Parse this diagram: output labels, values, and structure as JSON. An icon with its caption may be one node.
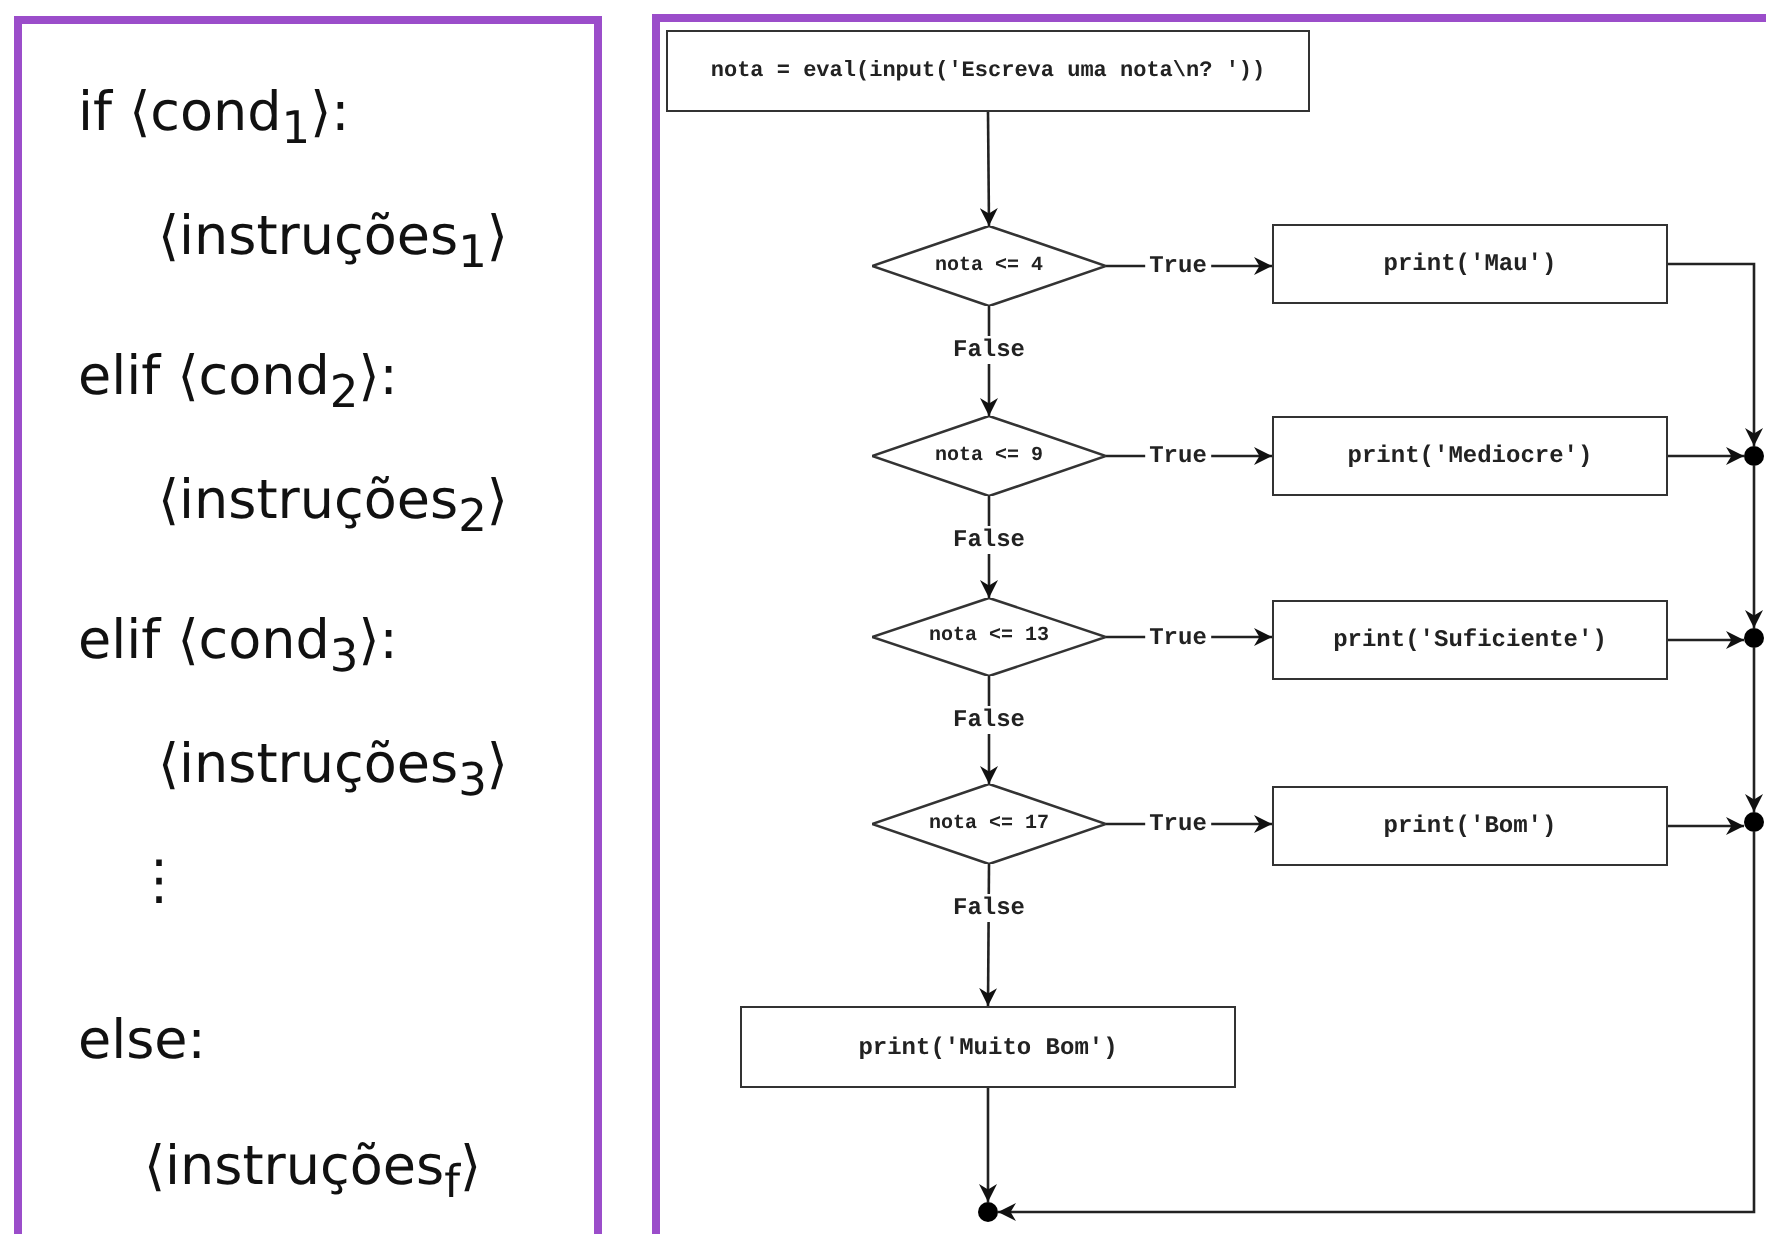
{
  "diagram": {
    "nodes": [
      {
        "text": [
          "if ⟨cond$_{1}$⟩:",
          "⟨instruções$_{1}$⟩",
          "elif ⟨cond$_{2}$⟩:",
          "⟨instruções$_{2}$⟩",
          "elif ⟨cond$_{3}$⟩:",
          "⟨instruções$_{3}$⟩",
          "⋮",
          "else:",
          "⟨instruções$_{f}$⟩"
        ]
      },
      {
        "text": [],
        "shape": "box"
      },
      {
        "text": [
          "nota = eval(input('Escreva uma nota\\n? '))"
        ],
        "in": 1
      },
      {
        "text": [
          "nota <= 4"
        ],
        "in": 1
      },
      {
        "text": [
          "print('Mau')"
        ],
        "in": 1
      },
      {
        "text": [
          "nota <= 9"
        ],
        "in": 1
      },
      {
        "text": [
          "print('Mediocre')"
        ],
        "in": 1
      },
      {
        "text": [
          "nota <= 13"
        ],
        "in": 1
      },
      {
        "text": [
          "print('Suficiente')"
        ],
        "in": 1
      },
      {
        "text": [
          "nota <= 17"
        ],
        "in": 1
      },
      {
        "text": [
          "print('Bom')"
        ],
        "in": 1
      },
      {
        "text": [
          "print('Muito Bom')"
        ],
        "in": 1
      },
      {
        "text": [],
        "shape": "circle",
        "in": 1
      },
      {
        "text": [],
        "shape": "circle",
        "in": 1
      },
      {
        "text": [],
        "shape": "circle",
        "in": 1
      },
      {
        "text": [],
        "shape": "circle",
        "in": 1
      }
    ],
    "edges": [
      {
        "from": 2,
        "to": 3,
        "arrow": "to"
      },
      {
        "from": 3,
        "to": 4,
        "arrow": "to",
        "label": "True"
      },
      {
        "from": 3,
        "to": 5,
        "arrow": "to",
        "label": "False"
      },
      {
        "from": 4,
        "to": 12,
        "arrow": "to"
      },
      {
        "from": 5,
        "to": 6,
        "arrow": "to",
        "label": "True"
      },
      {
        "from": 5,
        "to": 7,
        "arrow": "to",
        "label": "False"
      },
      {
        "from": 6,
        "to": 12,
        "arrow": "to"
      },
      {
        "from": 12,
        "to": 13,
        "arrow": "to"
      },
      {
        "from": 7,
        "to": 8,
        "arrow": "to",
        "label": "True"
      },
      {
        "from": 7,
        "to": 9,
        "arrow": "to",
        "label": "False"
      },
      {
        "from": 8,
        "to": 13,
        "arrow": "to"
      },
      {
        "from": 13,
        "to": 14,
        "arrow": "to"
      },
      {
        "from": 9,
        "to": 10,
        "arrow": "to",
        "label": "True"
      },
      {
        "from": 9,
        "to": 11,
        "arrow": "to",
        "label": "False"
      },
      {
        "from": 10,
        "to": 14,
        "arrow": "to"
      },
      {
        "from": 14,
        "to": 15,
        "arrow": "to"
      },
      {
        "from": 11,
        "to": 15,
        "arrow": "to"
      }
    ]
  }
}
